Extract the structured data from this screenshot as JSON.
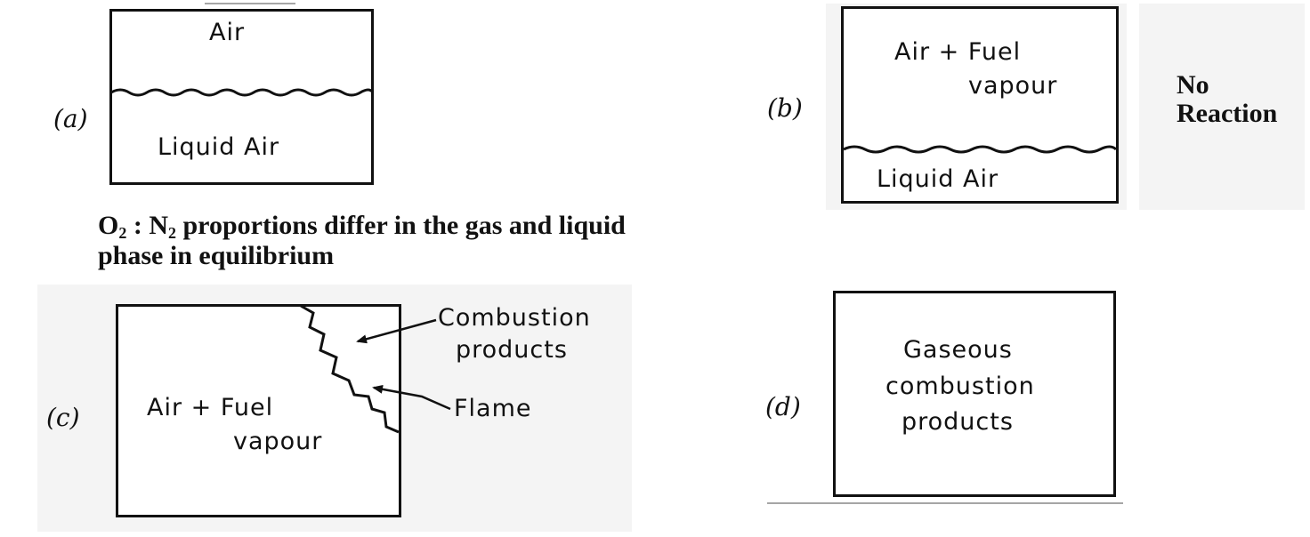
{
  "panel_a": {
    "tag": "(a)",
    "top_label": "Air",
    "bottom_label": "Liquid Air",
    "caption_line1_parts": [
      "O",
      "2",
      " : N",
      "2",
      " proportions differ in the gas and liquid"
    ],
    "caption_line2": "phase in equilibrium"
  },
  "panel_b": {
    "tag": "(b)",
    "top_label_line1": "Air + Fuel",
    "top_label_line2": "vapour",
    "bottom_label": "Liquid Air",
    "side_line1": "No",
    "side_line2": "Reaction"
  },
  "panel_c": {
    "tag": "(c)",
    "label_line1": "Air + Fuel",
    "label_line2": "vapour",
    "annotation_line1": "Combustion",
    "annotation_line2": "products",
    "flame_label": "Flame"
  },
  "panel_d": {
    "tag": "(d)",
    "label_line1": "Gaseous",
    "label_line2": "combustion",
    "label_line3": "products"
  }
}
